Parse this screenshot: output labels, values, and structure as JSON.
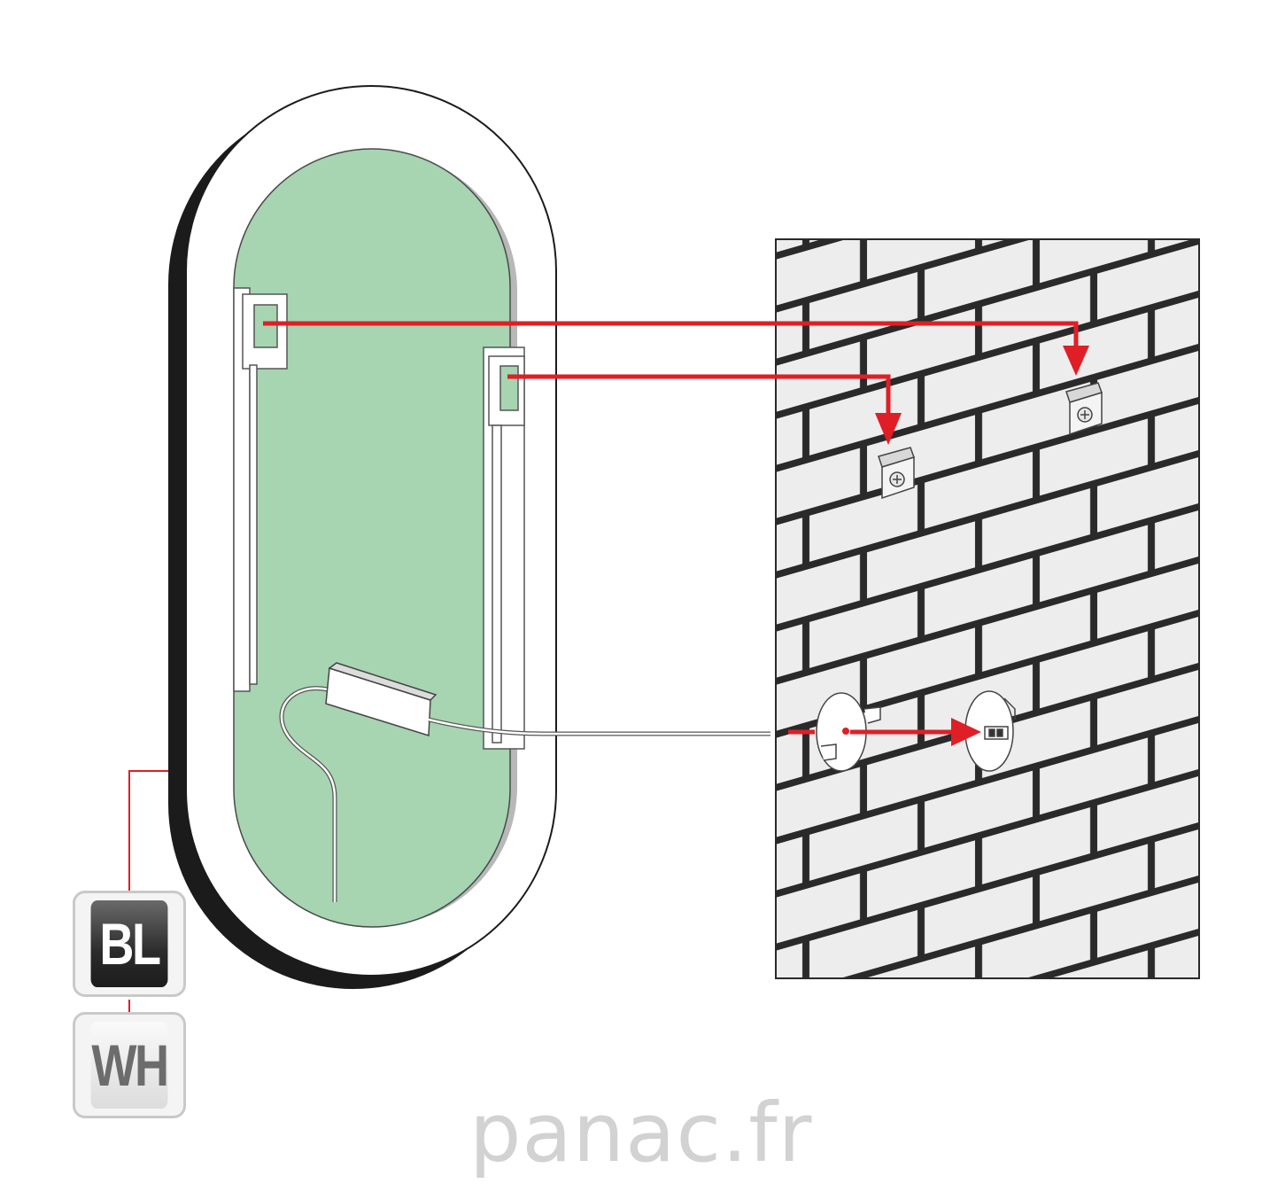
{
  "badges": [
    {
      "label": "BL",
      "color": "#2b2b2b"
    },
    {
      "label": "WH",
      "color": "#e6e6e6"
    }
  ],
  "watermark": "panac.fr",
  "colors": {
    "mirror_glass": "#a7d4b1",
    "frame": "#ffffff",
    "frame_edge": "#1a1a1a",
    "arrow": "#e01e26",
    "wall_bricks": "#ededed",
    "mortar": "#2a2a2a"
  }
}
